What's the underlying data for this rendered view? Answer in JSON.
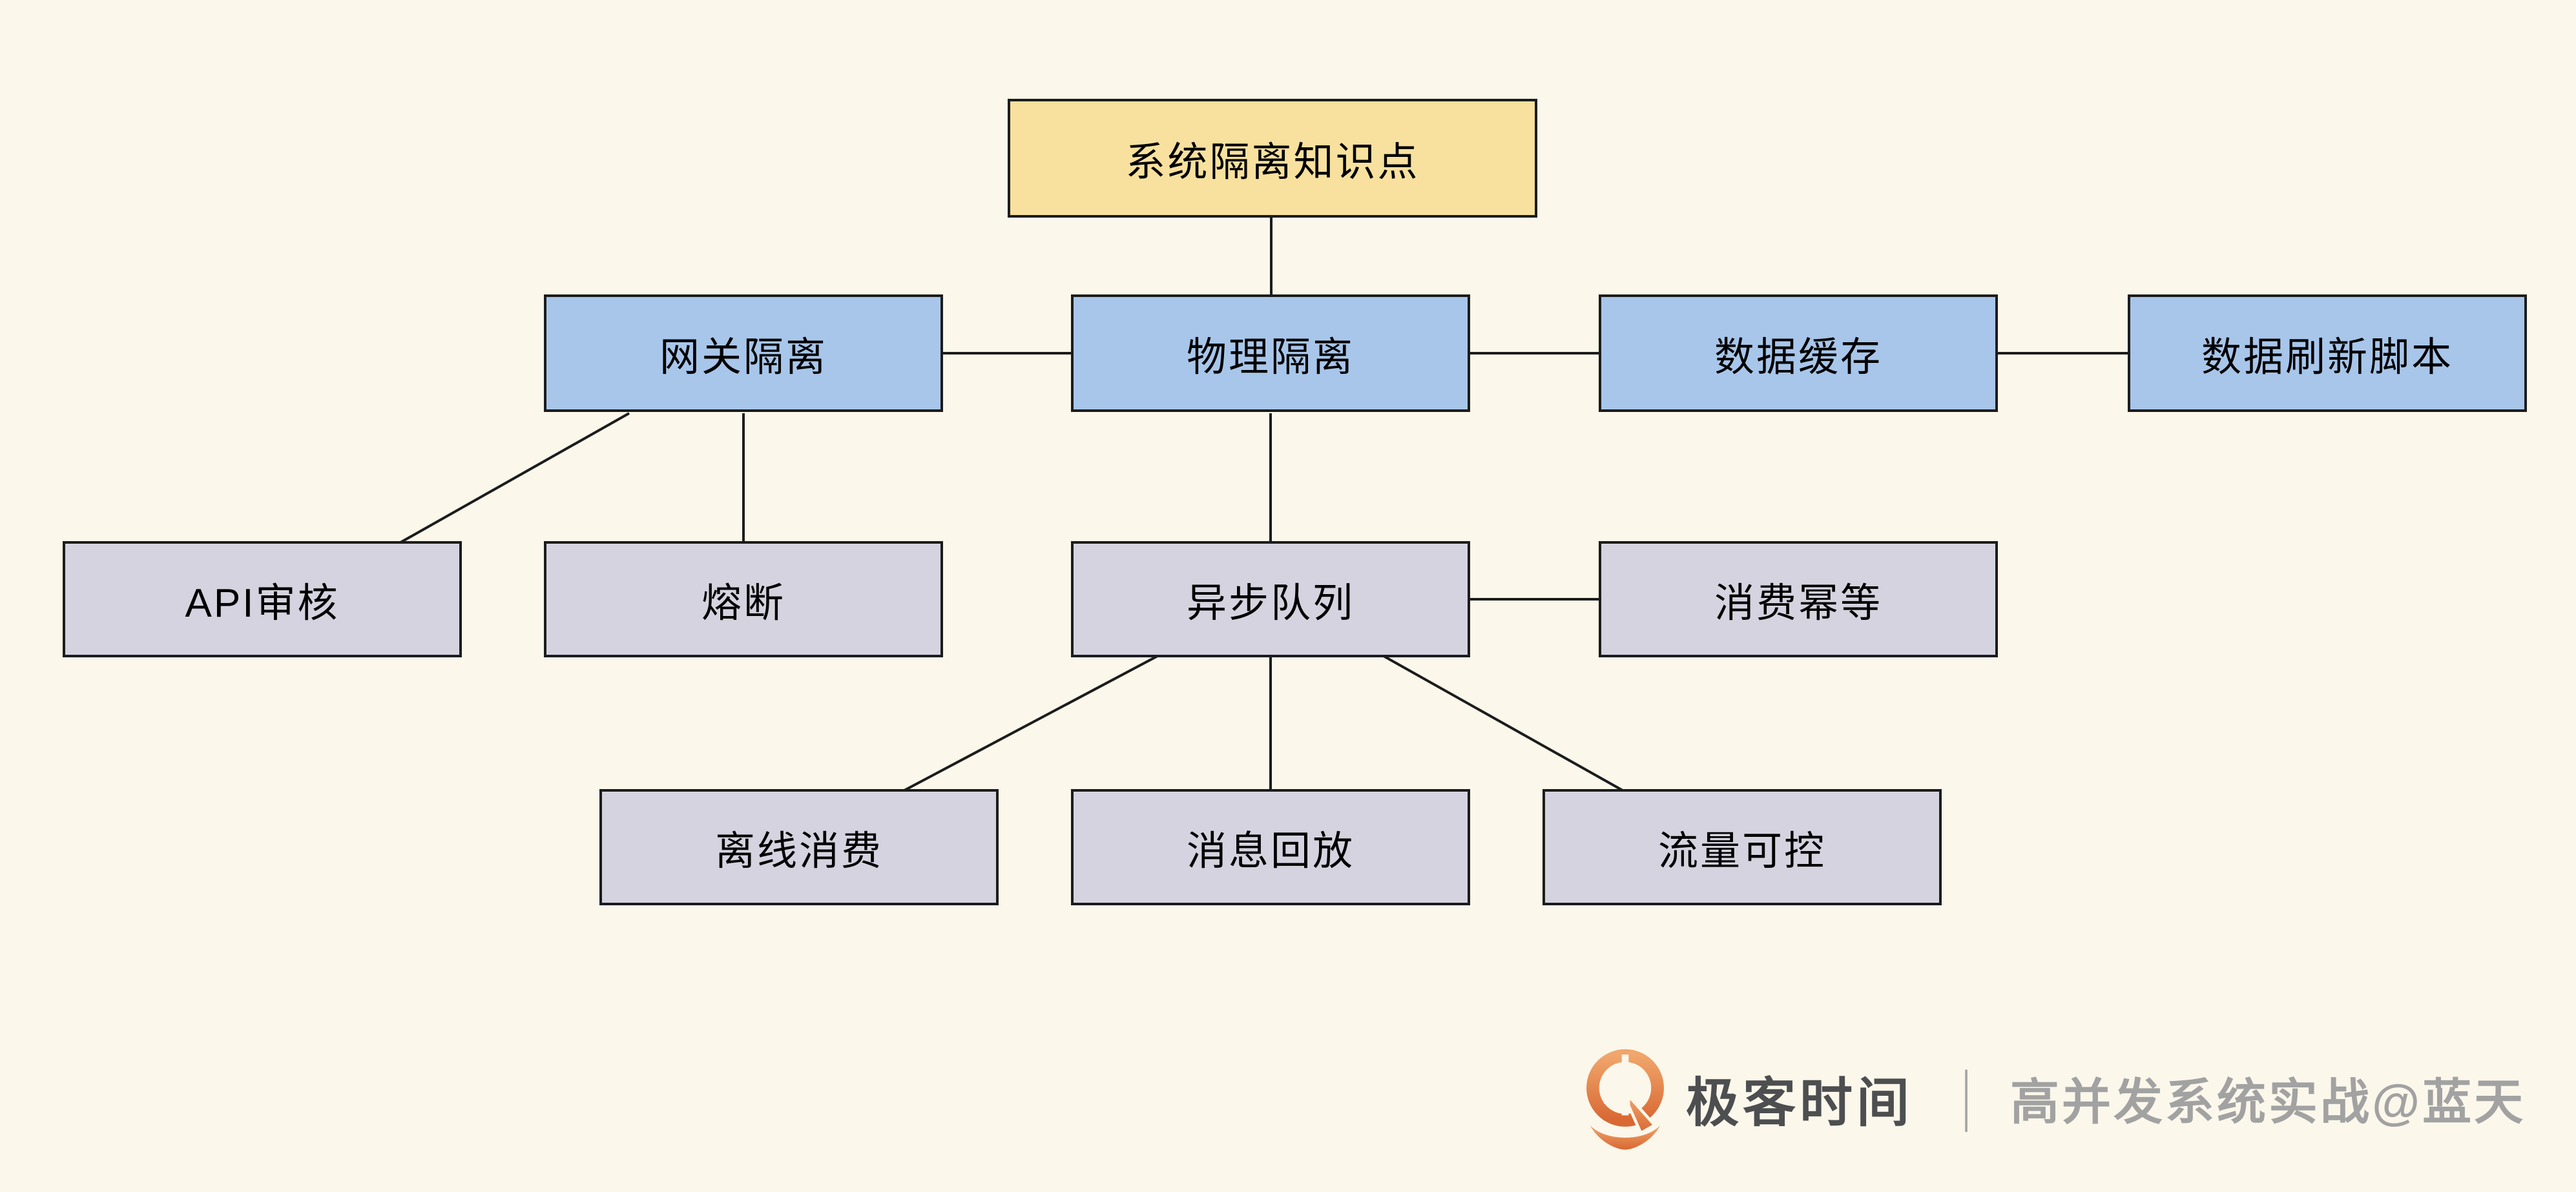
{
  "diagram": {
    "title": "系统隔离知识点",
    "root": {
      "id": "root",
      "label": "系统隔离知识点",
      "fill": "#F8E19E"
    },
    "level2": [
      {
        "id": "gateway-isolation",
        "label": "网关隔离",
        "fill": "#A8C6EA"
      },
      {
        "id": "physical-isolation",
        "label": "物理隔离",
        "fill": "#A8C6EA"
      },
      {
        "id": "data-cache",
        "label": "数据缓存",
        "fill": "#A8C6EA"
      },
      {
        "id": "data-refresh-script",
        "label": "数据刷新脚本",
        "fill": "#A8C6EA"
      }
    ],
    "level3": [
      {
        "id": "api-review",
        "label": "API审核",
        "fill": "#D4D3DF"
      },
      {
        "id": "circuit-breaker",
        "label": "熔断",
        "fill": "#D4D3DF"
      },
      {
        "id": "async-queue",
        "label": "异步队列",
        "fill": "#D4D3DF"
      },
      {
        "id": "consume-idempotence",
        "label": "消费幂等",
        "fill": "#D4D3DF"
      },
      {
        "id": "offline-consume",
        "label": "离线消费",
        "fill": "#D4D3DF"
      },
      {
        "id": "message-replay",
        "label": "消息回放",
        "fill": "#D4D3DF"
      },
      {
        "id": "flow-control",
        "label": "流量可控",
        "fill": "#D4D3DF"
      }
    ],
    "edges": [
      {
        "from": "root",
        "to": "physical-isolation"
      },
      {
        "from": "gateway-isolation",
        "to": "physical-isolation"
      },
      {
        "from": "physical-isolation",
        "to": "data-cache"
      },
      {
        "from": "data-cache",
        "to": "data-refresh-script"
      },
      {
        "from": "gateway-isolation",
        "to": "api-review"
      },
      {
        "from": "gateway-isolation",
        "to": "circuit-breaker"
      },
      {
        "from": "physical-isolation",
        "to": "async-queue"
      },
      {
        "from": "async-queue",
        "to": "consume-idempotence"
      },
      {
        "from": "async-queue",
        "to": "offline-consume"
      },
      {
        "from": "async-queue",
        "to": "message-replay"
      },
      {
        "from": "async-queue",
        "to": "flow-control"
      }
    ],
    "line_color": "#1C1C1C"
  },
  "footer": {
    "logo_icon": "geektime-pin-logo",
    "brand": "极客时间",
    "divider": "｜",
    "tagline": "高并发系统实战@蓝天",
    "brand_color": "#4D4E50",
    "tagline_color": "#A2A2A2",
    "logo_orange_top": "#F0A66C",
    "logo_orange_bottom": "#D96833"
  },
  "background_color": "#FBF7EB"
}
